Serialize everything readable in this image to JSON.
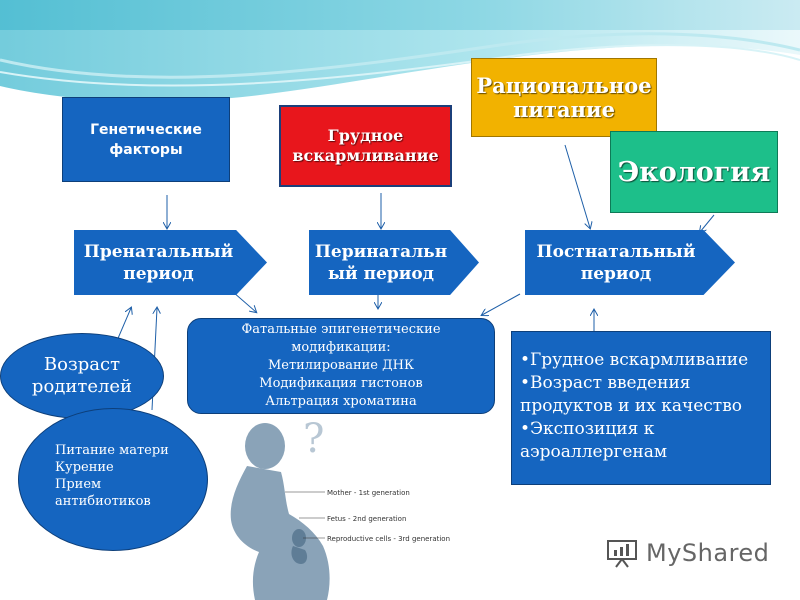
{
  "nodes": {
    "genetic": "Генетические факторы",
    "breastfeeding": "Грудное вскармливание",
    "nutrition": "Рациональное питание",
    "ecology": "Экология",
    "prenatal": "Пренатальный период",
    "perinatal": "Перинатальн ый период",
    "postnatal": "Постнатальный период",
    "parent_age": "Возраст родителей",
    "epigenetic": [
      "Фатальные эпигенетические",
      "модификации:",
      "Метилирование ДНК",
      "Модификация гистонов",
      "Альтрация хроматина"
    ],
    "mother_factors": [
      "Питание матери",
      "Курение",
      "Прием",
      "антибиотиков"
    ],
    "postnatal_factors": [
      "Грудное вскармливание",
      "Возраст введения продуктов и их  качество",
      "Экспозиция к аэроаллергенам"
    ]
  },
  "figure": {
    "question_mark": "?",
    "labels": [
      "Mother - 1st generation",
      "Fetus - 2nd generation",
      "Reproductive cells - 3rd generation"
    ]
  },
  "watermark": "MyShared",
  "colors": {
    "blue": "#1565c0",
    "red": "#e8161c",
    "yellow": "#f2b200",
    "green": "#1dbf8a",
    "silhouette": "#8aa3b8"
  }
}
